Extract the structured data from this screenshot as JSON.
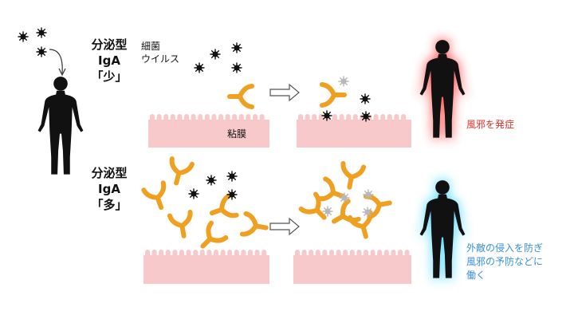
{
  "labels": {
    "low_group": [
      "分泌型",
      "IgA",
      "「少」"
    ],
    "high_group": [
      "分泌型",
      "IgA",
      "「多」"
    ],
    "pathogens": [
      "細菌",
      "ウイルス"
    ],
    "mucosa": "粘膜",
    "outcome_low": "風邪を発症",
    "outcome_high": [
      "外敵の侵入を防ぎ",
      "風邪の予防などに",
      "働く"
    ]
  },
  "colors": {
    "antibody": "#f0a020",
    "mucosa": "#f7c9cb",
    "mucosa_edge": "#e9a7ab",
    "virus": "#111111",
    "virus_inactive": "#b8b8b8",
    "glow_red": "#ff3b3b",
    "glow_blue": "#40d8ff",
    "outcome_red": "#e0302a",
    "outcome_blue": "#3a8fd6"
  },
  "icons": {
    "person": "human-silhouette-icon",
    "antibody": "y-shaped-antibody-icon",
    "pathogen": "virus-particle-icon",
    "arrow": "hollow-right-arrow-icon"
  }
}
